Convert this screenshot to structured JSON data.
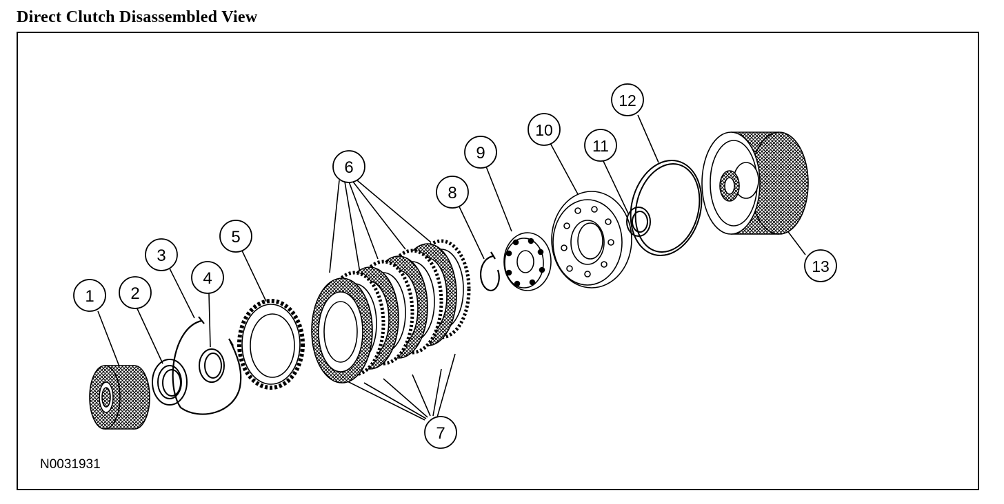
{
  "title": "Direct Clutch Disassembled View",
  "figure_id": "N0031931",
  "callouts": [
    "1",
    "2",
    "3",
    "4",
    "5",
    "6",
    "7",
    "8",
    "9",
    "10",
    "11",
    "12",
    "13"
  ],
  "line_color": "#000000",
  "background_color": "#ffffff"
}
